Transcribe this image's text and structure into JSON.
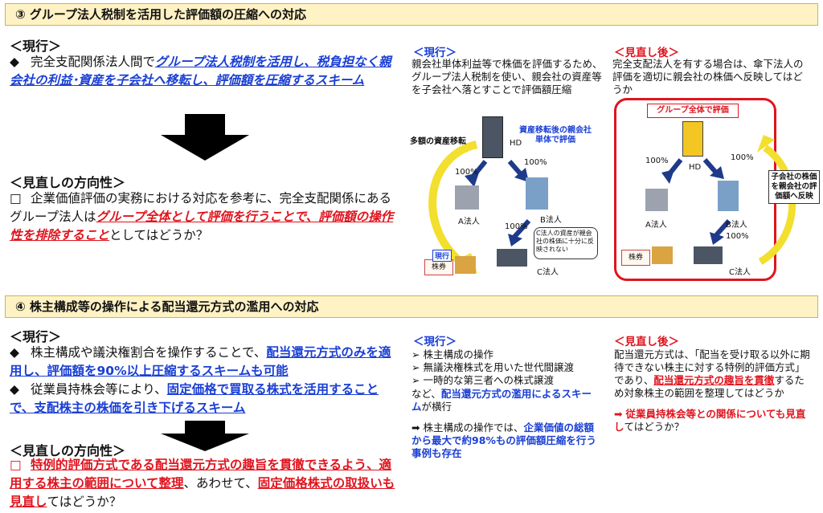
{
  "s1": {
    "header": "③ グループ法人税制を活用した評価額の圧縮への対応",
    "cur_label": "＜現行＞",
    "cur_bullet": "◆",
    "cur_text1": "完全支配関係法人間で",
    "cur_emph": "グループ法人税制を活用し、税負担なく親会社の利益･資産を子会社へ移転し、評価額を圧縮するスキーム",
    "dir_label": "＜見直しの方向性＞",
    "dir_bullet": "□",
    "dir_text1": "企業価値評価の実務における対応を参考に、完全支配関係にあるグループ法人は",
    "dir_emph": "グループ全体として評価を行うことで、評価額の操作性を排除すること",
    "dir_text2": "としてはどうか？",
    "right_cur_title": "＜現行＞",
    "right_cur_text": "親会社単体利益等で株価を評価するため、グループ法人税制を使い、親会社の資産等を子会社へ落とすことで評価額圧縮",
    "right_new_title": "＜見直し後＞",
    "right_new_text": "完全支配法人を有する場合は、傘下法人の評価を適切に親会社の株価へ反映してはどうか",
    "diag_cur": {
      "asset_move": "多額の資産移転",
      "hd": "HD",
      "eval_note": "資産移転後の親会社単体で評価",
      "pct1": "100%",
      "pct2": "100%",
      "pct3": "100%",
      "a": "A法人",
      "b": "B法人",
      "c": "C法人",
      "bubble": "C法人の資産が親会社の株価に十分に反映されない",
      "stock": "株券",
      "tag": "現行"
    },
    "diag_new": {
      "group_eval": "グループ全体で評価",
      "hd": "HD",
      "pct1": "100%",
      "pct2": "100%",
      "pct3": "100%",
      "a": "A法人",
      "b": "B法人",
      "c": "C法人",
      "side_note": "子会社の株価を親会社の評価額へ反映",
      "stock": "株券"
    }
  },
  "s2": {
    "header": "④ 株主構成等の操作による配当還元方式の濫用への対応",
    "cur_label": "＜現行＞",
    "b1_bullet": "◆",
    "b1_text": "株主構成や議決権割合を操作することで、",
    "b1_emph": "配当還元方式のみを適用し、評価額を90%以上圧縮するスキームも可能",
    "b2_bullet": "◆",
    "b2_text": "従業員持株会等により、",
    "b2_emph": "固定価格で買取る株式を活用することで、支配株主の株価を引き下げるスキーム",
    "dir_label": "＜見直しの方向性＞",
    "dir_bullet": "□",
    "dir_emph1": "特例的評価方式である配当還元方式の趣旨を貫徹できるよう、適用する株主の範囲について整理",
    "dir_text1": "、あわせて、",
    "dir_emph2": "固定価格株式の取扱いも見直し",
    "dir_text2": "てはどうか？",
    "mid_title": "＜現行＞",
    "mid_items": [
      "株主構成の操作",
      "無議決権株式を用いた世代間譲渡",
      "一時的な第三者への株式譲渡"
    ],
    "mid_text1": "など、",
    "mid_emph": "配当還元方式の濫用によるスキーム",
    "mid_text2": "が横行",
    "mid_arrow": "➡",
    "mid_text3": "株主構成の操作では、",
    "mid_emph2": "企業価値の総額から最大で約98%もの評価額圧縮を行う事例も存在",
    "right_title": "＜見直し後＞",
    "right_text": "配当還元方式は、「配当を受け取る以外に期待できない株主に対する特例的評価方式」であり、",
    "right_emph": "配当還元方式の趣旨を貫徹",
    "right_text2": "するため対象株主の範囲を整理してはどうか",
    "right_arrow": "➡",
    "right_emph2": "従業員持株会等との関係についても見直し",
    "right_text3": "てはどうか？"
  },
  "colors": {
    "blue": "#1a3fd4",
    "red": "#e0141e",
    "header_bg": "#fff2c4"
  }
}
